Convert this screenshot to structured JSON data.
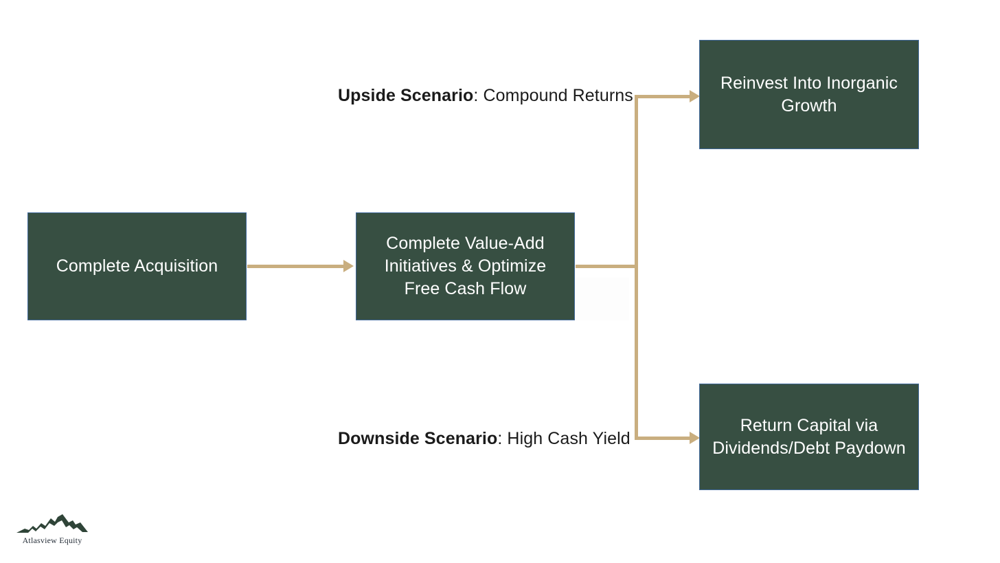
{
  "slide": {
    "background_color": "#ffffff",
    "box_fill_color": "#374f42",
    "box_border_color": "#41699b",
    "connector_color": "#c9ae7f",
    "label_text_color": "#1b1b1b",
    "box_text_color": "#ffffff"
  },
  "boxes": [
    {
      "id": "acquisition",
      "text": "Complete Acquisition"
    },
    {
      "id": "value_add",
      "text": "Complete Value-Add Initiatives & Optimize Free Cash Flow"
    },
    {
      "id": "reinvest",
      "text": "Reinvest Into Inorganic Growth"
    },
    {
      "id": "return_capital",
      "text": "Return Capital via Dividends/Debt Paydown"
    }
  ],
  "labels": {
    "upside": {
      "lead": "Upside Scenario",
      "rest": ": Compound Returns"
    },
    "downside": {
      "lead": "Downside Scenario",
      "rest": ": High Cash Yield"
    }
  },
  "logo": {
    "name": "Atlasview Equity",
    "mark": "mountain-range-icon",
    "mark_color": "#2f4438"
  }
}
